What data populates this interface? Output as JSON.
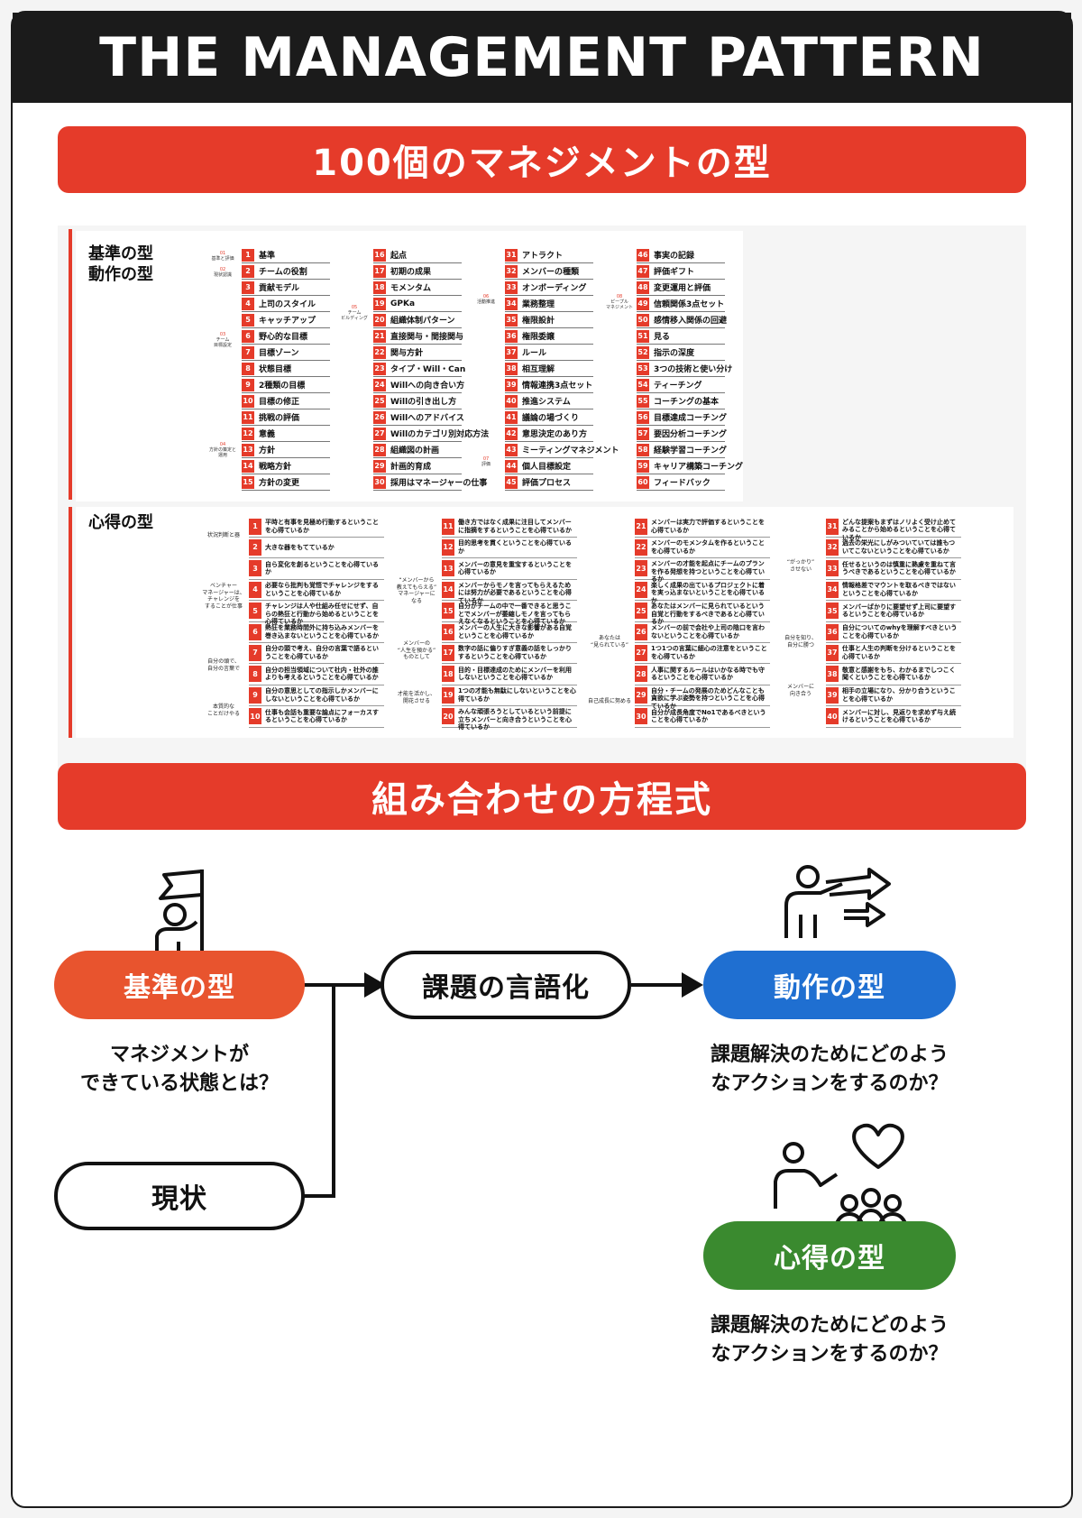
{
  "header": {
    "title": "THE MANAGEMENT PATTERN"
  },
  "banner1": {
    "label": "100個のマネジメントの型"
  },
  "banner2": {
    "label": "組み合わせの方程式"
  },
  "list": {
    "section1_line1": "基準の型",
    "section1_line2": "動作の型",
    "section2": "心得の型",
    "groups": [
      {
        "num": "01",
        "label": "基準と評価"
      },
      {
        "num": "02",
        "label": "現状認識"
      },
      {
        "num": "03",
        "label": "チーム\n目標設定"
      },
      {
        "num": "04",
        "label": "方針の策定と\n運用"
      },
      {
        "num": "05",
        "label": "チーム\nビルディング"
      },
      {
        "num": "06",
        "label": "活動推進"
      },
      {
        "num": "07",
        "label": "評価"
      },
      {
        "num": "08",
        "label": "ピープル\nマネジメント"
      }
    ],
    "columns": [
      [
        {
          "num": "1",
          "label": "基準"
        },
        {
          "num": "2",
          "label": "チームの役割"
        },
        {
          "num": "3",
          "label": "貢献モデル"
        },
        {
          "num": "4",
          "label": "上司のスタイル"
        },
        {
          "num": "5",
          "label": "キャッチアップ"
        },
        {
          "num": "6",
          "label": "野心的な目標"
        },
        {
          "num": "7",
          "label": "目標ゾーン"
        },
        {
          "num": "8",
          "label": "状態目標"
        },
        {
          "num": "9",
          "label": "2種類の目標"
        },
        {
          "num": "10",
          "label": "目標の修正"
        },
        {
          "num": "11",
          "label": "挑戦の評価"
        },
        {
          "num": "12",
          "label": "意義"
        },
        {
          "num": "13",
          "label": "方針"
        },
        {
          "num": "14",
          "label": "戦略方針"
        },
        {
          "num": "15",
          "label": "方針の変更"
        }
      ],
      [
        {
          "num": "16",
          "label": "起点"
        },
        {
          "num": "17",
          "label": "初期の成果"
        },
        {
          "num": "18",
          "label": "モメンタム"
        },
        {
          "num": "19",
          "label": "GPKa"
        },
        {
          "num": "20",
          "label": "組織体制パターン"
        },
        {
          "num": "21",
          "label": "直接関与・間接関与"
        },
        {
          "num": "22",
          "label": "関与方針"
        },
        {
          "num": "23",
          "label": "タイプ・Will・Can"
        },
        {
          "num": "24",
          "label": "Willへの向き合い方"
        },
        {
          "num": "25",
          "label": "Willの引き出し方"
        },
        {
          "num": "26",
          "label": "Willへのアドバイス"
        },
        {
          "num": "27",
          "label": "Willのカテゴリ別対応方法"
        },
        {
          "num": "28",
          "label": "組織図の計画"
        },
        {
          "num": "29",
          "label": "計画的育成"
        },
        {
          "num": "30",
          "label": "採用はマネージャーの仕事"
        }
      ],
      [
        {
          "num": "31",
          "label": "アトラクト"
        },
        {
          "num": "32",
          "label": "メンバーの種類"
        },
        {
          "num": "33",
          "label": "オンボーディング"
        },
        {
          "num": "34",
          "label": "業務整理"
        },
        {
          "num": "35",
          "label": "権限設計"
        },
        {
          "num": "36",
          "label": "権限委譲"
        },
        {
          "num": "37",
          "label": "ルール"
        },
        {
          "num": "38",
          "label": "相互理解"
        },
        {
          "num": "39",
          "label": "情報連携3点セット"
        },
        {
          "num": "40",
          "label": "推進システム"
        },
        {
          "num": "41",
          "label": "議論の場づくり"
        },
        {
          "num": "42",
          "label": "意思決定のあり方"
        },
        {
          "num": "43",
          "label": "ミーティングマネジメント"
        },
        {
          "num": "44",
          "label": "個人目標設定"
        },
        {
          "num": "45",
          "label": "評価プロセス"
        }
      ],
      [
        {
          "num": "46",
          "label": "事実の記録"
        },
        {
          "num": "47",
          "label": "評価ギフト"
        },
        {
          "num": "48",
          "label": "変更運用と評価"
        },
        {
          "num": "49",
          "label": "信頼関係3点セット"
        },
        {
          "num": "50",
          "label": "感情移入関係の回避"
        },
        {
          "num": "51",
          "label": "見る"
        },
        {
          "num": "52",
          "label": "指示の深度"
        },
        {
          "num": "53",
          "label": "3つの技術と使い分け"
        },
        {
          "num": "54",
          "label": "ティーチング"
        },
        {
          "num": "55",
          "label": "コーチングの基本"
        },
        {
          "num": "56",
          "label": "目標達成コーチング"
        },
        {
          "num": "57",
          "label": "要因分析コーチング"
        },
        {
          "num": "58",
          "label": "経験学習コーチング"
        },
        {
          "num": "59",
          "label": "キャリア構築コーチング"
        },
        {
          "num": "60",
          "label": "フィードバック"
        }
      ]
    ],
    "kokoroe_groups": [
      "状況判断と器",
      "ベンチャー\nマネージャーは、\nチャレンジを\nすることが仕事",
      "自分の頭で、\n自分の言葉で",
      "本質的な\nことだけやる",
      "“メンバーから\n教えてもらえる”\nマネージャーに\nなる",
      "メンバーの\n“人生を預かる”\nものとして",
      "才能を活かし、\n開花させる",
      "あなたは\n“見られている”",
      "自己成長に努める",
      "“がっかり”\nさせない",
      "自分を知り、\n自分に勝つ",
      "メンバーに\n向き合う"
    ],
    "kokoroe": [
      [
        {
          "num": "1",
          "label": "平時と有事を見極め行動するということを心得ているか"
        },
        {
          "num": "2",
          "label": "大きな器をもてているか"
        },
        {
          "num": "3",
          "label": "自ら変化を創るということを心得ているか"
        },
        {
          "num": "4",
          "label": "必要なら批判も覚悟でチャレンジをするということを心得ているか"
        },
        {
          "num": "5",
          "label": "チャレンジは人や仕組み任せにせず、自らの熱狂と行動から始めるということを心得ているか"
        },
        {
          "num": "6",
          "label": "熱狂を業務時間外に持ち込みメンバーを巻き込まないということを心得ているか"
        },
        {
          "num": "7",
          "label": "自分の頭で考え、自分の言葉で語るということを心得ているか"
        },
        {
          "num": "8",
          "label": "自分の担当領域について社内・社外の誰よりも考えるということを心得ているか"
        },
        {
          "num": "9",
          "label": "自分の意思としての指示しかメンバーにしないということを心得ているか"
        },
        {
          "num": "10",
          "label": "仕事も会話も重要な論点にフォーカスするということを心得ているか"
        }
      ],
      [
        {
          "num": "11",
          "label": "働き方ではなく成果に注目してメンバーに指摘をするということを心得ているか"
        },
        {
          "num": "12",
          "label": "目的思考を貫くということを心得ているか"
        },
        {
          "num": "13",
          "label": "メンバーの意見を重宝するということを心得ているか"
        },
        {
          "num": "14",
          "label": "メンバーからモノを言ってもらえるためには努力が必要であるということを心得ているか"
        },
        {
          "num": "15",
          "label": "自分がチームの中で一番できると思うことでメンバーが萎縮しモノを言ってもらえなくなるということを心得ているか"
        },
        {
          "num": "16",
          "label": "メンバーの人生に大きな影響がある自覚ということを心得ているか"
        },
        {
          "num": "17",
          "label": "数字の話に偏りすぎ意義の話をしっかりするということを心得ているか"
        },
        {
          "num": "18",
          "label": "目的・目標達成のためにメンバーを利用しないということを心得ているか"
        },
        {
          "num": "19",
          "label": "1つの才能も無駄にしないということを心得ているか"
        },
        {
          "num": "20",
          "label": "みんな頑張ろうとしているという前提に立ちメンバーと向き合うということを心得ているか"
        }
      ],
      [
        {
          "num": "21",
          "label": "メンバーは実力で評価するということを心得ているか"
        },
        {
          "num": "22",
          "label": "メンバーのモメンタムを作るということを心得ているか"
        },
        {
          "num": "23",
          "label": "メンバーの才能を起点にチームのプランを作る発想を持つということを心得ているか"
        },
        {
          "num": "24",
          "label": "楽しく成果の出ているプロジェクトに着を実っ込まないということを心得ているか"
        },
        {
          "num": "25",
          "label": "あなたはメンバーに見られているという自覚と行動をするべきであると心得ているか"
        },
        {
          "num": "26",
          "label": "メンバーの前で会社や上司の陰口を言わないということを心得ているか"
        },
        {
          "num": "27",
          "label": "1つ1つの言葉に細心の注意をということを心得ているか"
        },
        {
          "num": "28",
          "label": "人事に関するルールはいかなる時でも守るということを心得ているか"
        },
        {
          "num": "29",
          "label": "自分・チームの発展のためどんなことも貪欲に学ぶ姿勢を持つということを心得ているか"
        },
        {
          "num": "30",
          "label": "自分が成長角度でNo1であるべきということを心得ているか"
        }
      ],
      [
        {
          "num": "31",
          "label": "どんな提案もまずはノリよく受け止めてみることから始めるということを心得ているか"
        },
        {
          "num": "32",
          "label": "過去の栄光にしがみついていては誰もついてこないということを心得ているか"
        },
        {
          "num": "33",
          "label": "任せるというのは慎重に熟慮を重ねて言うべきであるということを心得ているか"
        },
        {
          "num": "34",
          "label": "情報格差でマウントを取るべきではないということを心得ているか"
        },
        {
          "num": "35",
          "label": "メンバーばかりに要望せず上司に要望するということを心得ているか"
        },
        {
          "num": "36",
          "label": "自分についてのwhyを理解すべきということを心得ているか"
        },
        {
          "num": "37",
          "label": "仕事と人生の判断を分けるということを心得ているか"
        },
        {
          "num": "38",
          "label": "敬意と感謝をもち、わかるまでしつこく聞くということを心得ているか"
        },
        {
          "num": "39",
          "label": "相手の立場になり、分かり合うということを心得ているか"
        },
        {
          "num": "40",
          "label": "メンバーに対し、見返りを求めず与え続けるということを心得ているか"
        }
      ]
    ]
  },
  "equation": {
    "kijun": "基準の型",
    "kijun_caption_1": "マネジメントが",
    "kijun_caption_2": "できている状態とは？",
    "kadai": "課題の言語化",
    "dosa": "動作の型",
    "dosa_caption_1": "課題解決のためにどのよう",
    "dosa_caption_2": "なアクションをするのか？",
    "genjo": "現状",
    "kokoroe": "心得の型",
    "kokoroe_caption_1": "課題解決のためにどのよう",
    "kokoroe_caption_2": "なアクションをするのか？",
    "colors": {
      "kijun": "#e8542e",
      "dosa": "#1f6fd1",
      "kokoroe": "#3a8a2f",
      "banner": "#e53b2a"
    },
    "icons": [
      "flag-person-icon",
      "pointing-arrows-person-icon",
      "teacher-heart-group-icon"
    ]
  }
}
